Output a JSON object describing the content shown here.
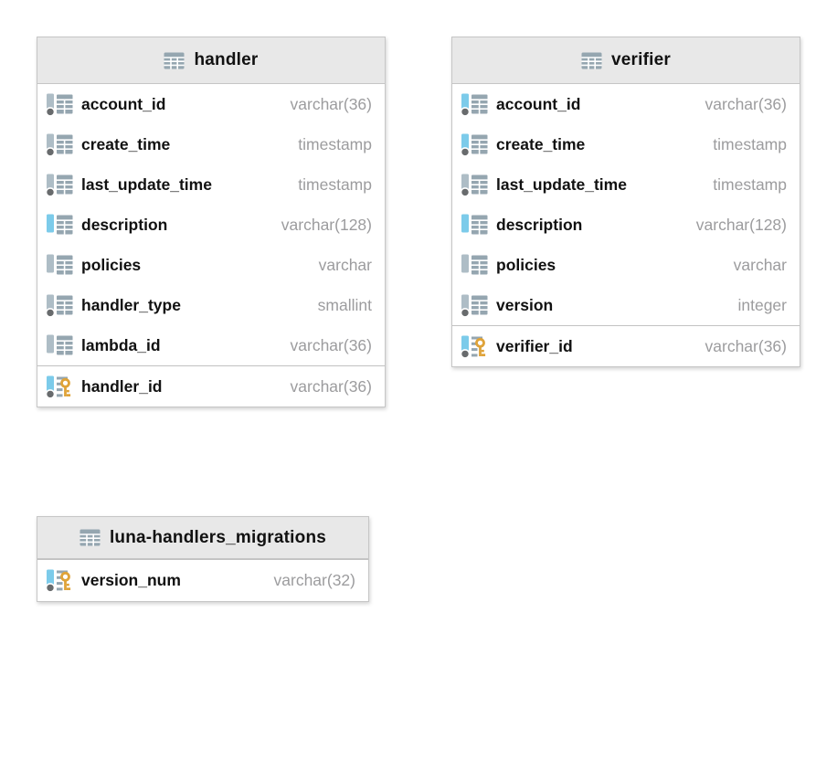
{
  "colors": {
    "accent_blue": "#7ccbea",
    "accent_muted": "#aebdc6",
    "icon_gray": "#95a6b0",
    "key_gold": "#dfa339",
    "dot_gray": "#686b6d",
    "header_bg": "#e8e8e8",
    "card_border": "#c6c6c6",
    "name_text": "#111111",
    "type_text": "#9c9c9e"
  },
  "diagram": {
    "tables": [
      {
        "name": "handler",
        "columns": [
          {
            "name": "account_id",
            "type": "varchar(36)",
            "accent": "muted",
            "notnull": true,
            "pk": false
          },
          {
            "name": "create_time",
            "type": "timestamp",
            "accent": "muted",
            "notnull": true,
            "pk": false
          },
          {
            "name": "last_update_time",
            "type": "timestamp",
            "accent": "muted",
            "notnull": true,
            "pk": false
          },
          {
            "name": "description",
            "type": "varchar(128)",
            "accent": "blue",
            "notnull": false,
            "pk": false
          },
          {
            "name": "policies",
            "type": "varchar",
            "accent": "muted",
            "notnull": false,
            "pk": false
          },
          {
            "name": "handler_type",
            "type": "smallint",
            "accent": "muted",
            "notnull": true,
            "pk": false
          },
          {
            "name": "lambda_id",
            "type": "varchar(36)",
            "accent": "muted",
            "notnull": false,
            "pk": false
          },
          {
            "name": "handler_id",
            "type": "varchar(36)",
            "accent": "blue",
            "notnull": true,
            "pk": true
          }
        ]
      },
      {
        "name": "verifier",
        "columns": [
          {
            "name": "account_id",
            "type": "varchar(36)",
            "accent": "blue",
            "notnull": true,
            "pk": false
          },
          {
            "name": "create_time",
            "type": "timestamp",
            "accent": "blue",
            "notnull": true,
            "pk": false
          },
          {
            "name": "last_update_time",
            "type": "timestamp",
            "accent": "muted",
            "notnull": true,
            "pk": false
          },
          {
            "name": "description",
            "type": "varchar(128)",
            "accent": "blue",
            "notnull": false,
            "pk": false
          },
          {
            "name": "policies",
            "type": "varchar",
            "accent": "muted",
            "notnull": false,
            "pk": false
          },
          {
            "name": "version",
            "type": "integer",
            "accent": "muted",
            "notnull": true,
            "pk": false
          },
          {
            "name": "verifier_id",
            "type": "varchar(36)",
            "accent": "blue",
            "notnull": true,
            "pk": true
          }
        ]
      },
      {
        "name": "luna-handlers_migrations",
        "columns": [
          {
            "name": "version_num",
            "type": "varchar(32)",
            "accent": "blue",
            "notnull": true,
            "pk": true
          }
        ]
      }
    ]
  }
}
